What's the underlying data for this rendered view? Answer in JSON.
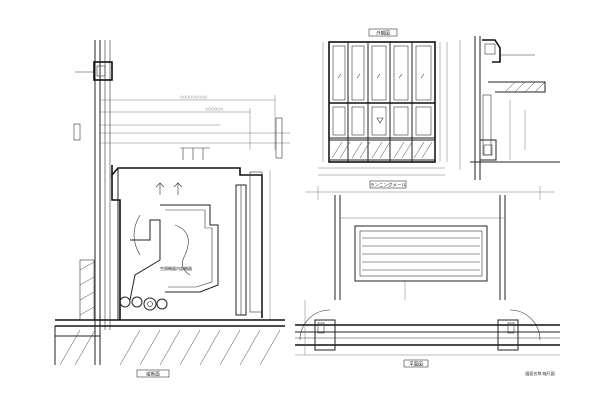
{
  "drawing": {
    "left_view_caption": "縦断面",
    "elevation_caption": "外観図",
    "plan_caption": "平面図",
    "running_text_label": "ランニングメール",
    "bottom_right_note": "図面名称 縮尺図",
    "left_inner_label": "空調機器内部機器",
    "ink_color": "#222222",
    "hatch_color": "#444444"
  }
}
